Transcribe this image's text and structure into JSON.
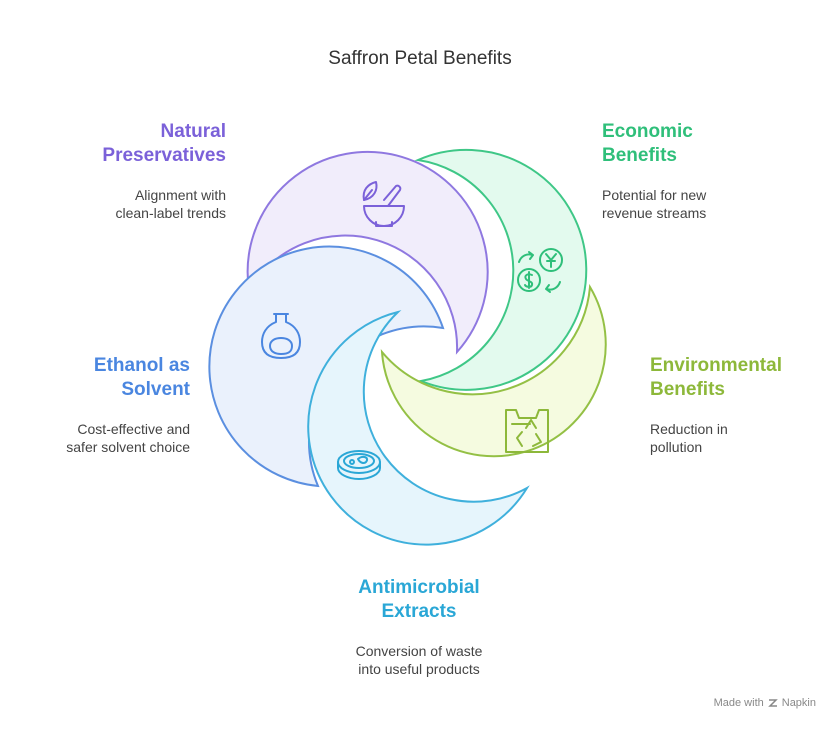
{
  "title": "Saffron Petal Benefits",
  "items": [
    {
      "id": "natural",
      "title_line1": "Natural",
      "title_line2": "Preservatives",
      "desc_line1": "Alignment with",
      "desc_line2": "clean-label trends",
      "color": "#7b61d9"
    },
    {
      "id": "economic",
      "title_line1": "Economic",
      "title_line2": "Benefits",
      "desc_line1": "Potential for new",
      "desc_line2": "revenue streams",
      "color": "#2fbf7a"
    },
    {
      "id": "environmental",
      "title_line1": "Environmental",
      "title_line2": "Benefits",
      "desc_line1": "Reduction in",
      "desc_line2": "pollution",
      "color": "#8db83a"
    },
    {
      "id": "antimicrobial",
      "title_line1": "Antimicrobial",
      "title_line2": "Extracts",
      "desc_line1": "Conversion of waste",
      "desc_line2": "into useful products",
      "color": "#2aa7d6"
    },
    {
      "id": "ethanol",
      "title_line1": "Ethanol as",
      "title_line2": "Solvent",
      "desc_line1": "Cost-effective and",
      "desc_line2": "safer solvent choice",
      "color": "#4a86e0"
    }
  ],
  "footer": {
    "text": "Made with",
    "brand": "Napkin"
  }
}
